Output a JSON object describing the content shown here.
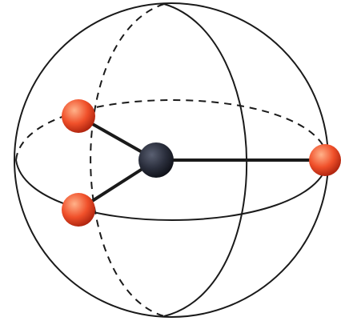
{
  "diagram": {
    "colors": {
      "line": "#1a1a1a",
      "bond": "#1a1a1a",
      "central_atom_light": "#5a6072",
      "central_atom_mid": "#2b2f3d",
      "central_atom_dark": "#0d0f16",
      "outer_atom_light": "#ffb28a",
      "outer_atom_mid": "#f0502a",
      "outer_atom_dark": "#a8200c"
    },
    "icons": {
      "central": "dark-sphere",
      "outer": "red-sphere"
    },
    "central_atom_count": 1,
    "outer_atom_count": 3,
    "bond_count": 3
  }
}
